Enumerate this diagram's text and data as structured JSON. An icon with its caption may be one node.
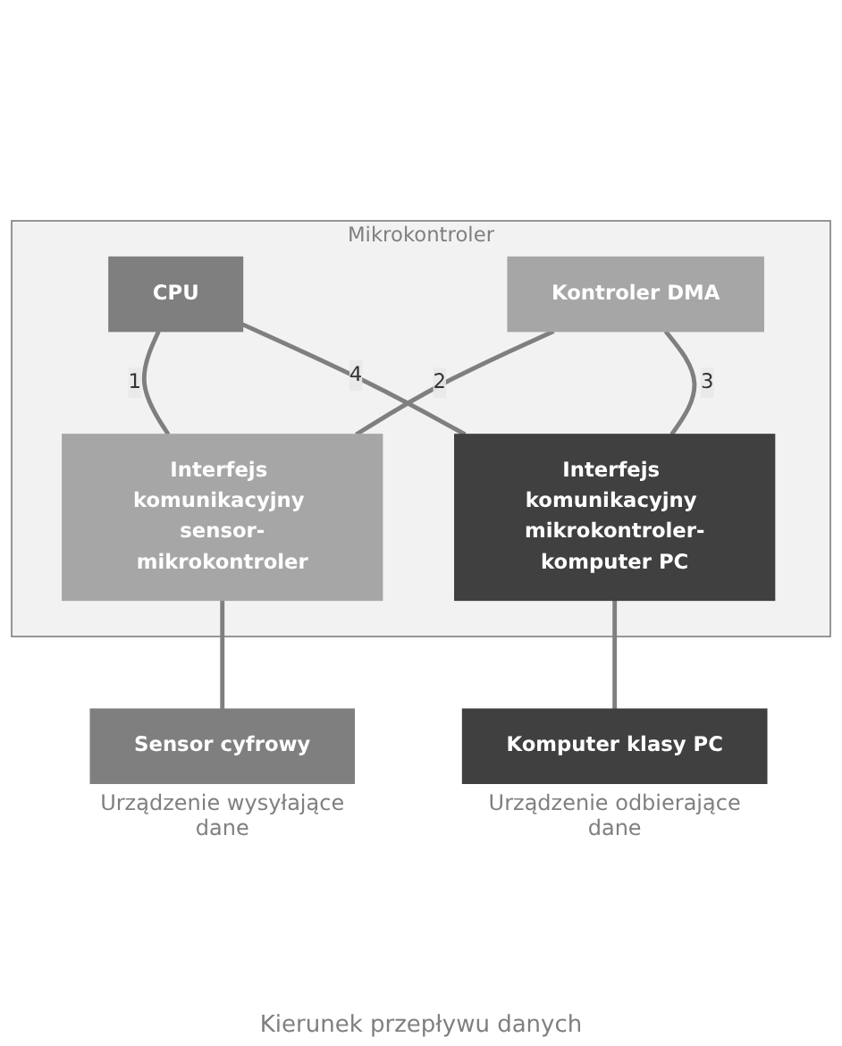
{
  "diagram": {
    "nodes": [
      {
        "text": [
          "Mikrokontroler"
        ]
      },
      {
        "text": [
          "CPU"
        ],
        "in": 0
      },
      {
        "text": [
          "Kontroler DMA"
        ],
        "in": 0
      },
      {
        "text": [
          "Interfejs komunikacyjny sensor-mikrokontroler"
        ],
        "in": 0
      },
      {
        "text": [
          "Interfejs komunikacyjny mikrokontroler-komputer PC"
        ],
        "in": 0
      },
      {
        "text": [
          "Sensor cyfrowy"
        ],
        "beside": [
          "Urządzenie wysyłające dane"
        ]
      },
      {
        "text": [
          "Komputer klasy PC"
        ],
        "beside": [
          "Urządzenie odbierające dane"
        ]
      }
    ],
    "edges": [
      {
        "from": 1,
        "to": 3,
        "arrow": "none",
        "label": "1"
      },
      {
        "from": 2,
        "to": 3,
        "arrow": "none",
        "label": "2"
      },
      {
        "from": 2,
        "to": 4,
        "arrow": "none",
        "label": "3"
      },
      {
        "from": 1,
        "to": 4,
        "arrow": "none",
        "label": "4"
      },
      {
        "from": 3,
        "to": 5,
        "arrow": "none"
      },
      {
        "from": 4,
        "to": 6,
        "arrow": "none"
      }
    ],
    "labels": [
      "Kierunek przepływu danych"
    ]
  }
}
